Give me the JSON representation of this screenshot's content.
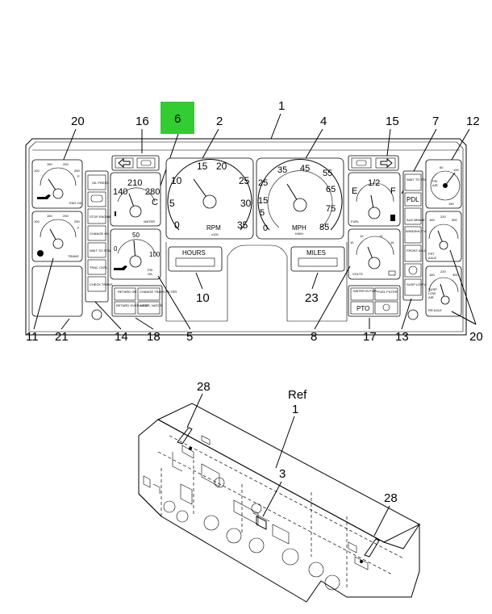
{
  "callouts": {
    "c20_left": "20",
    "c16": "16",
    "c6": "6",
    "c2": "2",
    "c1": "1",
    "c4": "4",
    "c15": "15",
    "c7": "7",
    "c12": "12",
    "c11": "11",
    "c21": "21",
    "c14": "14",
    "c18": "18",
    "c5": "5",
    "c10": "10",
    "c23": "23",
    "c8": "8",
    "c17": "17",
    "c13": "13",
    "c20_right": "20",
    "c28_left": "28",
    "c1_bottom": "1",
    "c3": "3",
    "c28_right": "28",
    "ref": "Ref"
  },
  "highlight_color": "#33cc33",
  "gauges": {
    "oil_small": {
      "ticks": [
        "100",
        "150",
        "200",
        "250",
        "P"
      ],
      "label": "ENG OIL"
    },
    "trans_small": {
      "ticks": [
        "100",
        "150",
        "200",
        "250",
        "F"
      ],
      "label": "TRANS"
    },
    "water": {
      "ticks": [
        "140",
        "210",
        "280",
        "C"
      ],
      "label": "WATER"
    },
    "oil_press": {
      "ticks": [
        "0",
        "50",
        "100"
      ],
      "label1": "PSI",
      "label2": "OIL"
    },
    "rpm": {
      "ticks": [
        "0",
        "5",
        "10",
        "15",
        "20",
        "25",
        "30",
        "35"
      ],
      "label": "RPM",
      "sub": "x100"
    },
    "mph": {
      "ticks": [
        "0",
        "5",
        "15",
        "25",
        "35",
        "45",
        "55",
        "65",
        "75",
        "85"
      ],
      "label": "MPH",
      "sub": "KM/H"
    },
    "fuel": {
      "ticks": [
        "E",
        "1/2",
        "F"
      ],
      "label": "FUEL"
    },
    "volts": {
      "ticks": [
        "10",
        "12",
        "14",
        "16"
      ],
      "label": "VOLTS"
    },
    "air_psi": {
      "ticks": [
        "60",
        "100",
        "150"
      ],
      "label1": "PSI",
      "label2": "AIR"
    },
    "fr_axle": {
      "ticks": [
        "160",
        "220",
        "300"
      ],
      "label1": "FRT",
      "label2": "AXLE"
    },
    "susp_axle": {
      "ticks": [
        "160",
        "220",
        "300"
      ],
      "label1": "SUSP",
      "label2": "LOW",
      "label3": "AIR",
      "label4": "RR AXLE"
    }
  },
  "displays": {
    "hours": "HOURS",
    "miles": "MILES"
  },
  "indicators_left": [
    "OIL PRESS",
    "",
    "STOP ENGINE",
    "CHANGE OIL",
    "WAIT TO START",
    "TRAC CNTL",
    "CHECK TRANS"
  ],
  "indicators_right": [
    "WAIT TO START",
    "PDL",
    "",
    "AUX BRAKE",
    "WINDSHLD WASH FLUID",
    "FRONT AXLE",
    "",
    "SUSP LOW AIR"
  ],
  "buttons_center": {
    "retard_on": "RETARD ON",
    "change_filter": "CHANGE TRANS FILTER",
    "retard_overheat": "RETARD OVER HEAT",
    "alternator": "ALTER- NATOR"
  },
  "buttons_right": {
    "water_in_fuel": "WATER IN FUEL",
    "fuel_filter": "FUEL FILTER",
    "pto": "PTO"
  }
}
